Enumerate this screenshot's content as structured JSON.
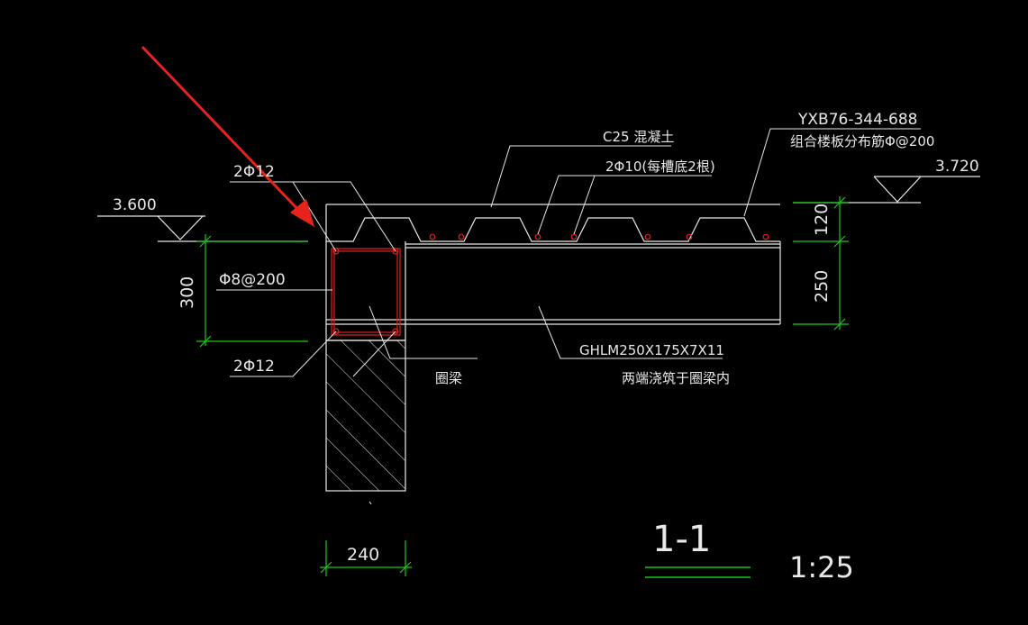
{
  "drawing": {
    "section_title": "1-1",
    "scale": "1:25",
    "labels": {
      "concrete": "C25 混凝土",
      "deck_code": "YXB76-344-688",
      "deck_dist_bar": "组合楼板分布筋Φ@200",
      "trough_bar": "2Φ10(每槽底2根)",
      "top_bar": "2Φ12",
      "stirrup": "Φ8@200",
      "bottom_bar": "2Φ12",
      "ring_beam": "圈梁",
      "steel_beam": "GHLM250X175X7X11",
      "steel_beam_note": "两端浇筑于圈梁内"
    },
    "elevations": {
      "left": "3.600",
      "right": "3.720"
    },
    "dimensions": {
      "ring_beam_height": "300",
      "slab_thickness": "120",
      "steel_beam_depth": "250",
      "wall_width": "240"
    }
  },
  "colors": {
    "background": "#000000",
    "line": "#e8e8e8",
    "dimension": "#19c819",
    "rebar": "#e02020",
    "arrow": "#e8231c"
  }
}
